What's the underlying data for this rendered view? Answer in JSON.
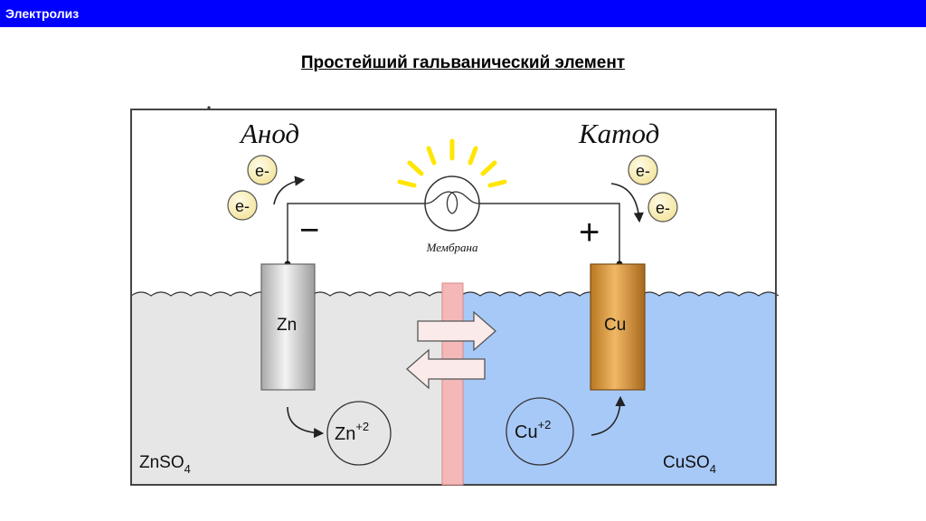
{
  "header": {
    "title": "Электролиз"
  },
  "slide": {
    "title": "Простейший гальванический элемент"
  },
  "diagram": {
    "anode_label": "Анод",
    "cathode_label": "Катод",
    "minus_sign": "−",
    "plus_sign": "+",
    "membrane_label": "Мембрана",
    "electron": "e-",
    "left_electrode": "Zn",
    "right_electrode": "Cu",
    "left_ion": {
      "symbol": "Zn",
      "charge": "+2"
    },
    "right_ion": {
      "symbol": "Cu",
      "charge": "+2"
    },
    "left_solution": {
      "main": "ZnSO",
      "sub": "4"
    },
    "right_solution": {
      "main": "CuSO",
      "sub": "4"
    }
  },
  "colors": {
    "header_bar": "#0000ff",
    "left_solution": "#e6e6e6",
    "right_solution": "#a7c9f7",
    "membrane": "#f4b8b8",
    "zinc": "#c8c8c8",
    "copper": "#d4963e",
    "electron_fill": "#fdf3c2",
    "rays": "#ffe600"
  }
}
